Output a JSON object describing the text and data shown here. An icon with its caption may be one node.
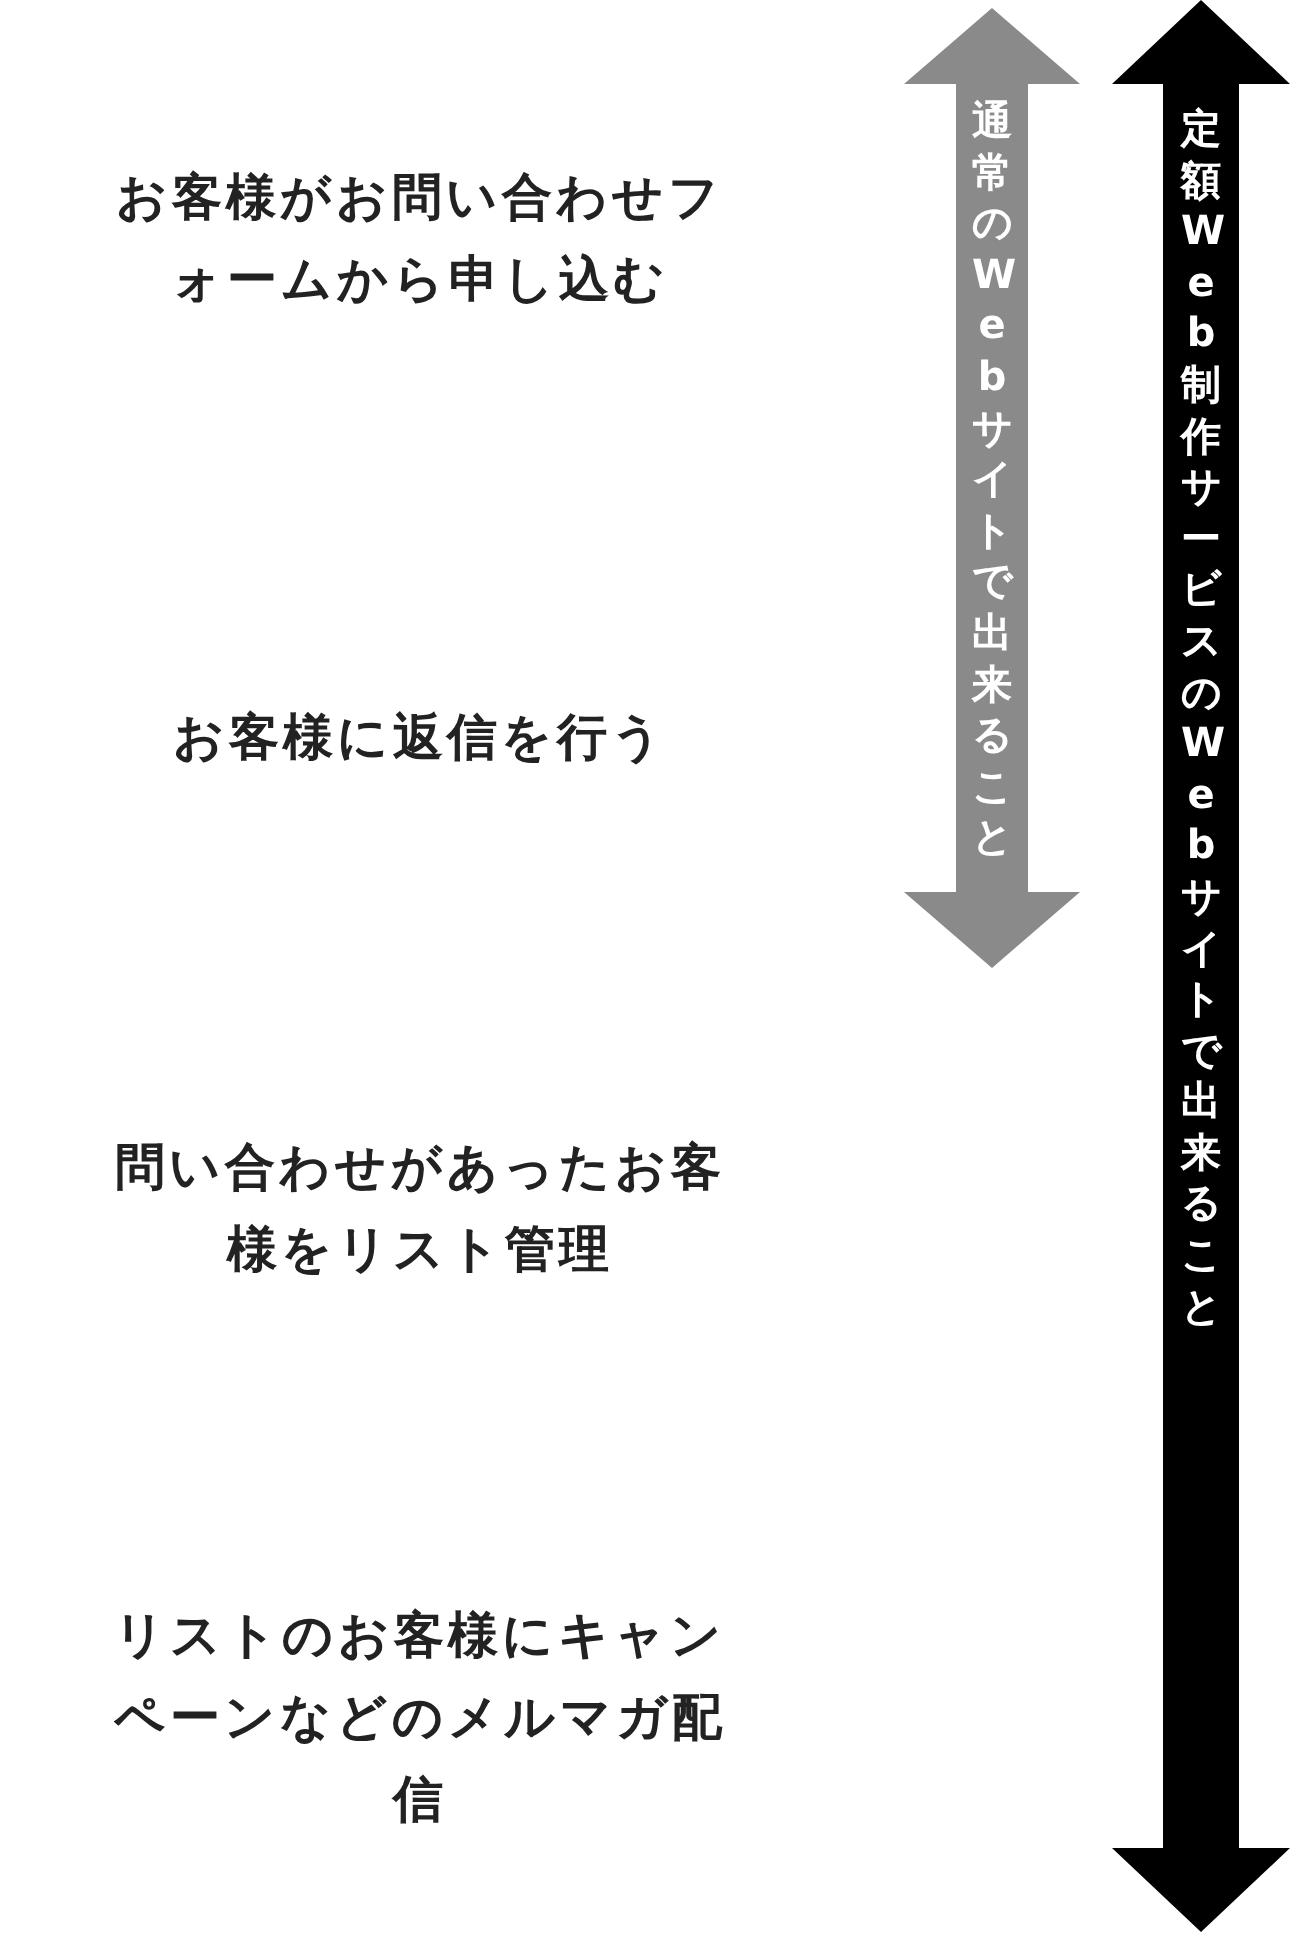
{
  "diagram": {
    "nodes": [
      {
        "text": [
          "通常のWebサイトで出来ること"
        ]
      },
      {
        "text": [
          "定額Web制作サービスのWebサイトで出来ること"
        ]
      }
    ],
    "labels": [
      "お客様がお問い合わせフォームから申し込む",
      "お客様に返信を行う",
      "問い合わせがあったお客様をリスト管理",
      "リストのお客様にキャンペーンなどのメルマガ配信"
    ]
  }
}
